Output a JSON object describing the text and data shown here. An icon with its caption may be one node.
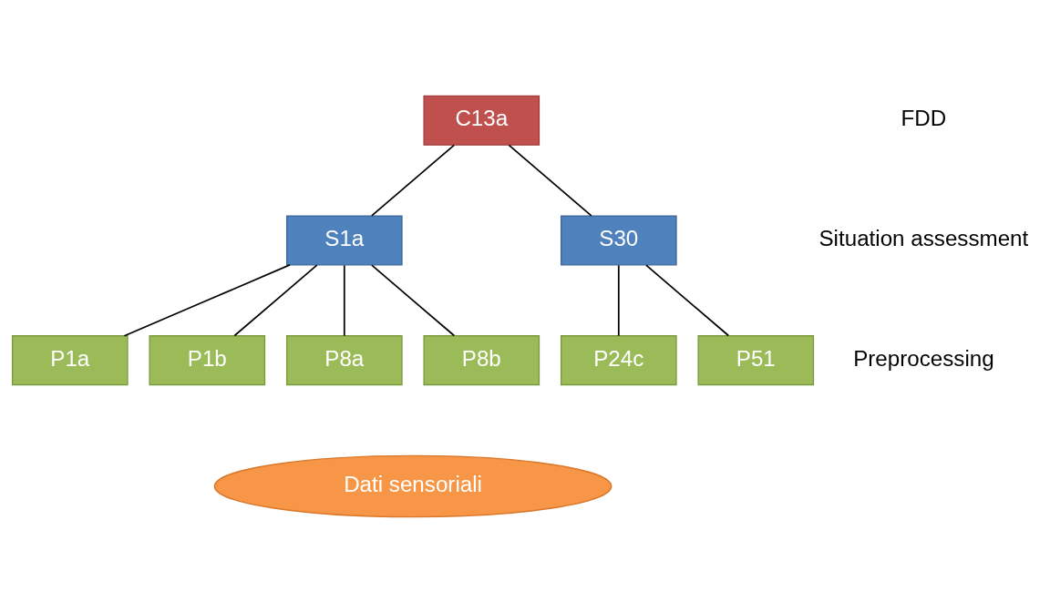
{
  "diagram": {
    "nodes": [
      {
        "text": [
          "C13a"
        ]
      },
      {
        "text": [
          "S1a"
        ]
      },
      {
        "text": [
          "S30"
        ]
      },
      {
        "text": [
          "P1a"
        ]
      },
      {
        "text": [
          "P1b"
        ]
      },
      {
        "text": [
          "P8a"
        ]
      },
      {
        "text": [
          "P8b"
        ]
      },
      {
        "text": [
          "P24c"
        ]
      },
      {
        "text": [
          "P51"
        ]
      },
      {
        "text": [
          "Dati sensoriali"
        ]
      }
    ],
    "edges": [
      {
        "from": 0,
        "to": 1,
        "arrow": "none"
      },
      {
        "from": 0,
        "to": 2,
        "arrow": "none"
      },
      {
        "from": 1,
        "to": 3,
        "arrow": "none"
      },
      {
        "from": 1,
        "to": 4,
        "arrow": "none"
      },
      {
        "from": 1,
        "to": 5,
        "arrow": "none"
      },
      {
        "from": 1,
        "to": 6,
        "arrow": "none"
      },
      {
        "from": 2,
        "to": 7,
        "arrow": "none"
      },
      {
        "from": 2,
        "to": 8,
        "arrow": "none"
      }
    ],
    "labels": [
      "FDD",
      "Situation assessment",
      "Preprocessing"
    ]
  }
}
